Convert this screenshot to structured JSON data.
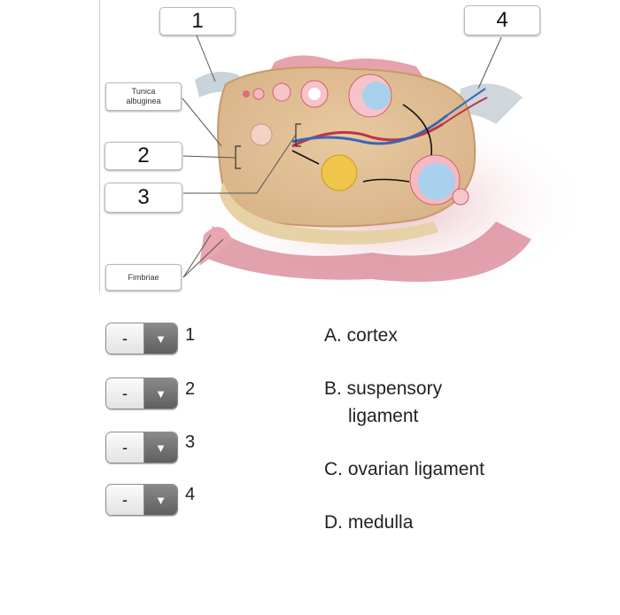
{
  "diagram": {
    "labels": [
      {
        "id": "1",
        "text": "1"
      },
      {
        "id": "2",
        "text": "2"
      },
      {
        "id": "3",
        "text": "3"
      },
      {
        "id": "4",
        "text": "4"
      }
    ],
    "fixed_labels": {
      "tunica_line1": "Tunica",
      "tunica_line2": "albuginea",
      "fimbriae": "Fimbriae"
    }
  },
  "dropdowns": [
    {
      "number": "1",
      "value": "-"
    },
    {
      "number": "2",
      "value": "-"
    },
    {
      "number": "3",
      "value": "-"
    },
    {
      "number": "4",
      "value": "-"
    }
  ],
  "answers": {
    "a": "A. cortex",
    "b_line1": "B. suspensory",
    "b_line2": "ligament",
    "c": "C. ovarian ligament",
    "d": "D. medulla"
  },
  "icons": {
    "dropdown_arrow": "triangle-down-icon"
  }
}
